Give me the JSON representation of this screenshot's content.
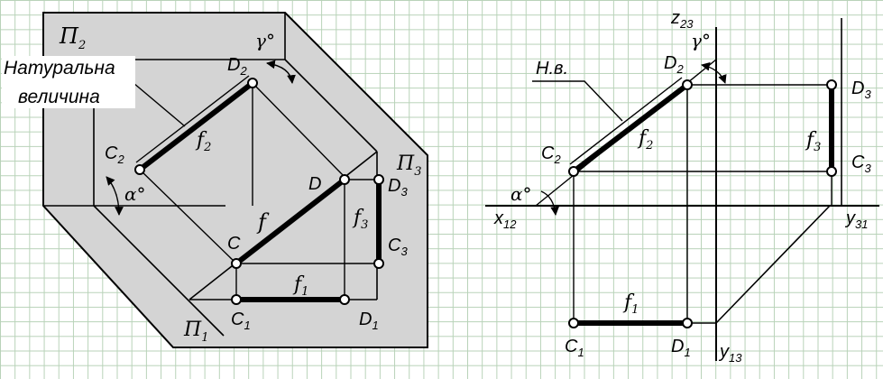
{
  "left_diagram": {
    "plane_p2": {
      "main": "П",
      "sub": "2"
    },
    "plane_p3": {
      "main": "П",
      "sub": "3"
    },
    "plane_p1": {
      "main": "П",
      "sub": "1"
    },
    "callout_line1": "Натуральна",
    "callout_line2": "величина",
    "angle_alpha": "α°",
    "angle_gamma": "γ°",
    "points": {
      "D2": {
        "main": "D",
        "sub": "2"
      },
      "C2": {
        "main": "C",
        "sub": "2"
      },
      "D3": {
        "main": "D",
        "sub": "3"
      },
      "C3": {
        "main": "C",
        "sub": "3"
      },
      "D": {
        "main": "D",
        "sub": ""
      },
      "C": {
        "main": "C",
        "sub": ""
      },
      "C1": {
        "main": "C",
        "sub": "1"
      },
      "D1": {
        "main": "D",
        "sub": "1"
      }
    },
    "lines": {
      "f2": {
        "main": "f",
        "sub": "2"
      },
      "f": {
        "main": "f",
        "sub": ""
      },
      "f3": {
        "main": "f",
        "sub": "3"
      },
      "f1": {
        "main": "f",
        "sub": "1"
      }
    }
  },
  "right_diagram": {
    "callout": "Н.в.",
    "angle_alpha": "α°",
    "angle_gamma": "γ°",
    "axes": {
      "z23": {
        "main": "z",
        "sub": "23"
      },
      "x12": {
        "main": "x",
        "sub": "12"
      },
      "y31": {
        "main": "y",
        "sub": "31"
      },
      "y13": {
        "main": "y",
        "sub": "13"
      }
    },
    "points": {
      "D2": {
        "main": "D",
        "sub": "2"
      },
      "C2": {
        "main": "C",
        "sub": "2"
      },
      "D3": {
        "main": "D",
        "sub": "3"
      },
      "C3": {
        "main": "C",
        "sub": "3"
      },
      "C1": {
        "main": "C",
        "sub": "1"
      },
      "D1": {
        "main": "D",
        "sub": "1"
      }
    },
    "lines": {
      "f2": {
        "main": "f",
        "sub": "2"
      },
      "f3": {
        "main": "f",
        "sub": "3"
      },
      "f1": {
        "main": "f",
        "sub": "1"
      }
    }
  },
  "colors": {
    "plane_fill": "#d4d4d4",
    "grid": "#b8d2b8",
    "ink": "#000000"
  }
}
